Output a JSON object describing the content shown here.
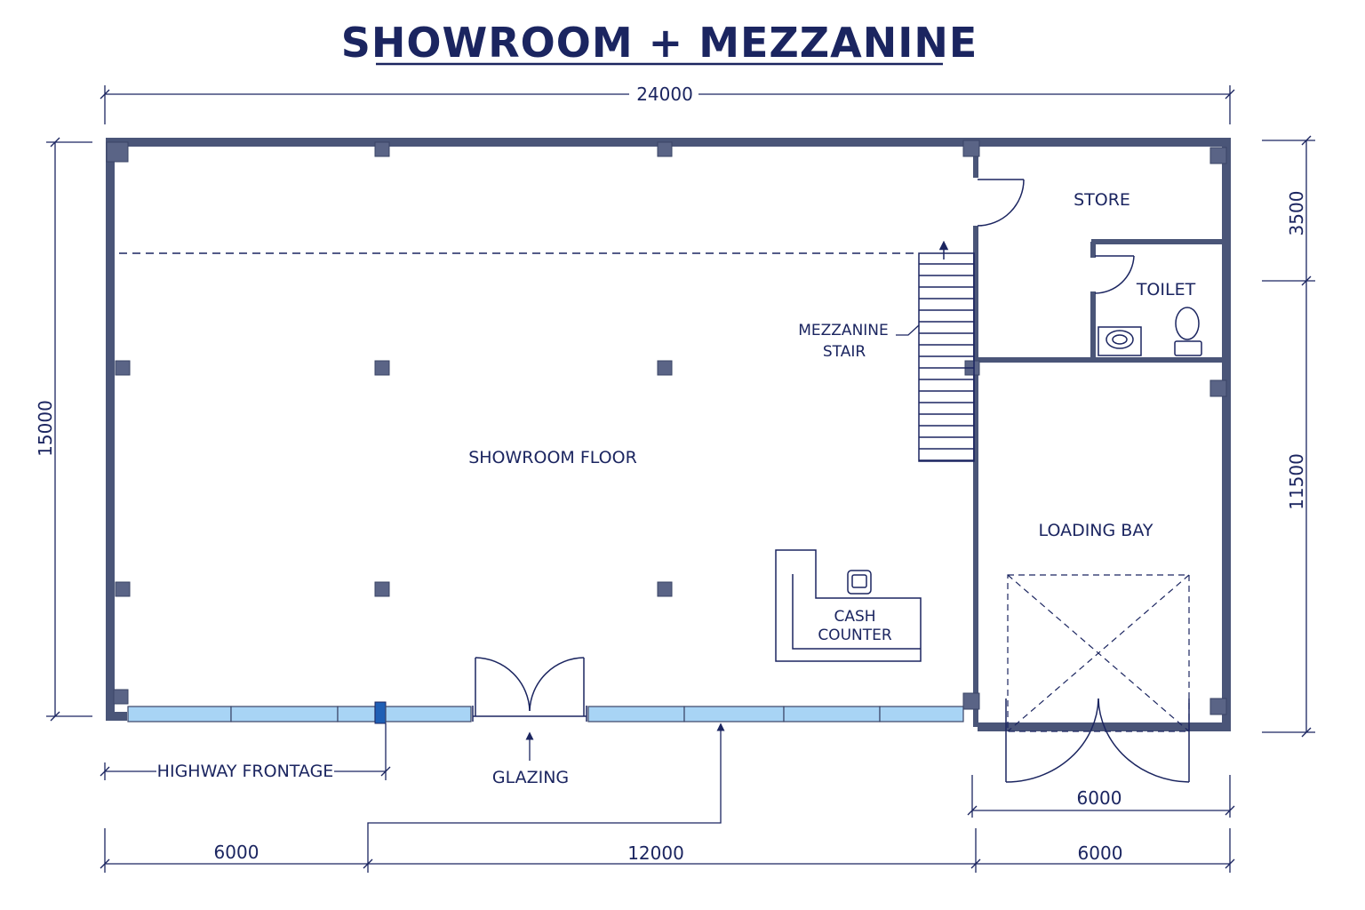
{
  "title": "SHOWROOM + MEZZANINE",
  "dimensions": {
    "overall_width": "24000",
    "overall_depth": "15000",
    "store_depth": "3500",
    "loading_depth": "11500",
    "bottom_left": "6000",
    "bottom_middle": "12000",
    "bottom_right": "6000",
    "loading_door": "6000"
  },
  "rooms": {
    "store": "STORE",
    "toilet": "TOILET",
    "showroom": "SHOWROOM FLOOR",
    "loading": "LOADING BAY"
  },
  "annotations": {
    "stair_line1": "MEZZANINE",
    "stair_line2": "STAIR",
    "counter_line1": "CASH",
    "counter_line2": "COUNTER",
    "frontage": "HIGHWAY FRONTAGE",
    "glazing": "GLAZING"
  },
  "colors": {
    "ink": "#1b2560",
    "wall": "#4a5578",
    "glazing": "#a8d4f5"
  }
}
